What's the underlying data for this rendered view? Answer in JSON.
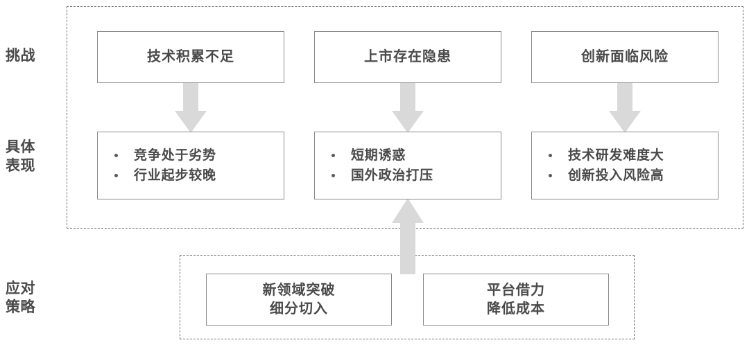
{
  "diagram": {
    "rows": [
      {
        "name": "challenge",
        "label": "挑战"
      },
      {
        "name": "manifestation",
        "label": "具体\n表现"
      },
      {
        "name": "strategy",
        "label": "应对\n策略"
      }
    ],
    "challenges": [
      {
        "title": "技术积累不足"
      },
      {
        "title": "上市存在隐患"
      },
      {
        "title": "创新面临风险"
      }
    ],
    "manifestations": [
      {
        "items": [
          "竞争处于劣势",
          "行业起步较晚"
        ]
      },
      {
        "items": [
          "短期诱惑",
          "国外政治打压"
        ]
      },
      {
        "items": [
          "技术研发难度大",
          "创新投入风险高"
        ]
      }
    ],
    "strategies": [
      {
        "title": "新领域突破\n细分切入"
      },
      {
        "title": "平台借力\n降低成本"
      }
    ],
    "arrows": [
      {
        "name": "arrow-challenge-1-to-manifestation-1",
        "direction": "down"
      },
      {
        "name": "arrow-challenge-2-to-manifestation-2",
        "direction": "down"
      },
      {
        "name": "arrow-challenge-3-to-manifestation-3",
        "direction": "down"
      },
      {
        "name": "arrow-strategy-to-manifestation-2",
        "direction": "up"
      }
    ],
    "colors": {
      "text": "#4a4a4a",
      "box_border": "#8a8a8a",
      "group_border": "#6f6f6f",
      "arrow_fill": "#d9d9d9",
      "background": "#ffffff"
    }
  }
}
